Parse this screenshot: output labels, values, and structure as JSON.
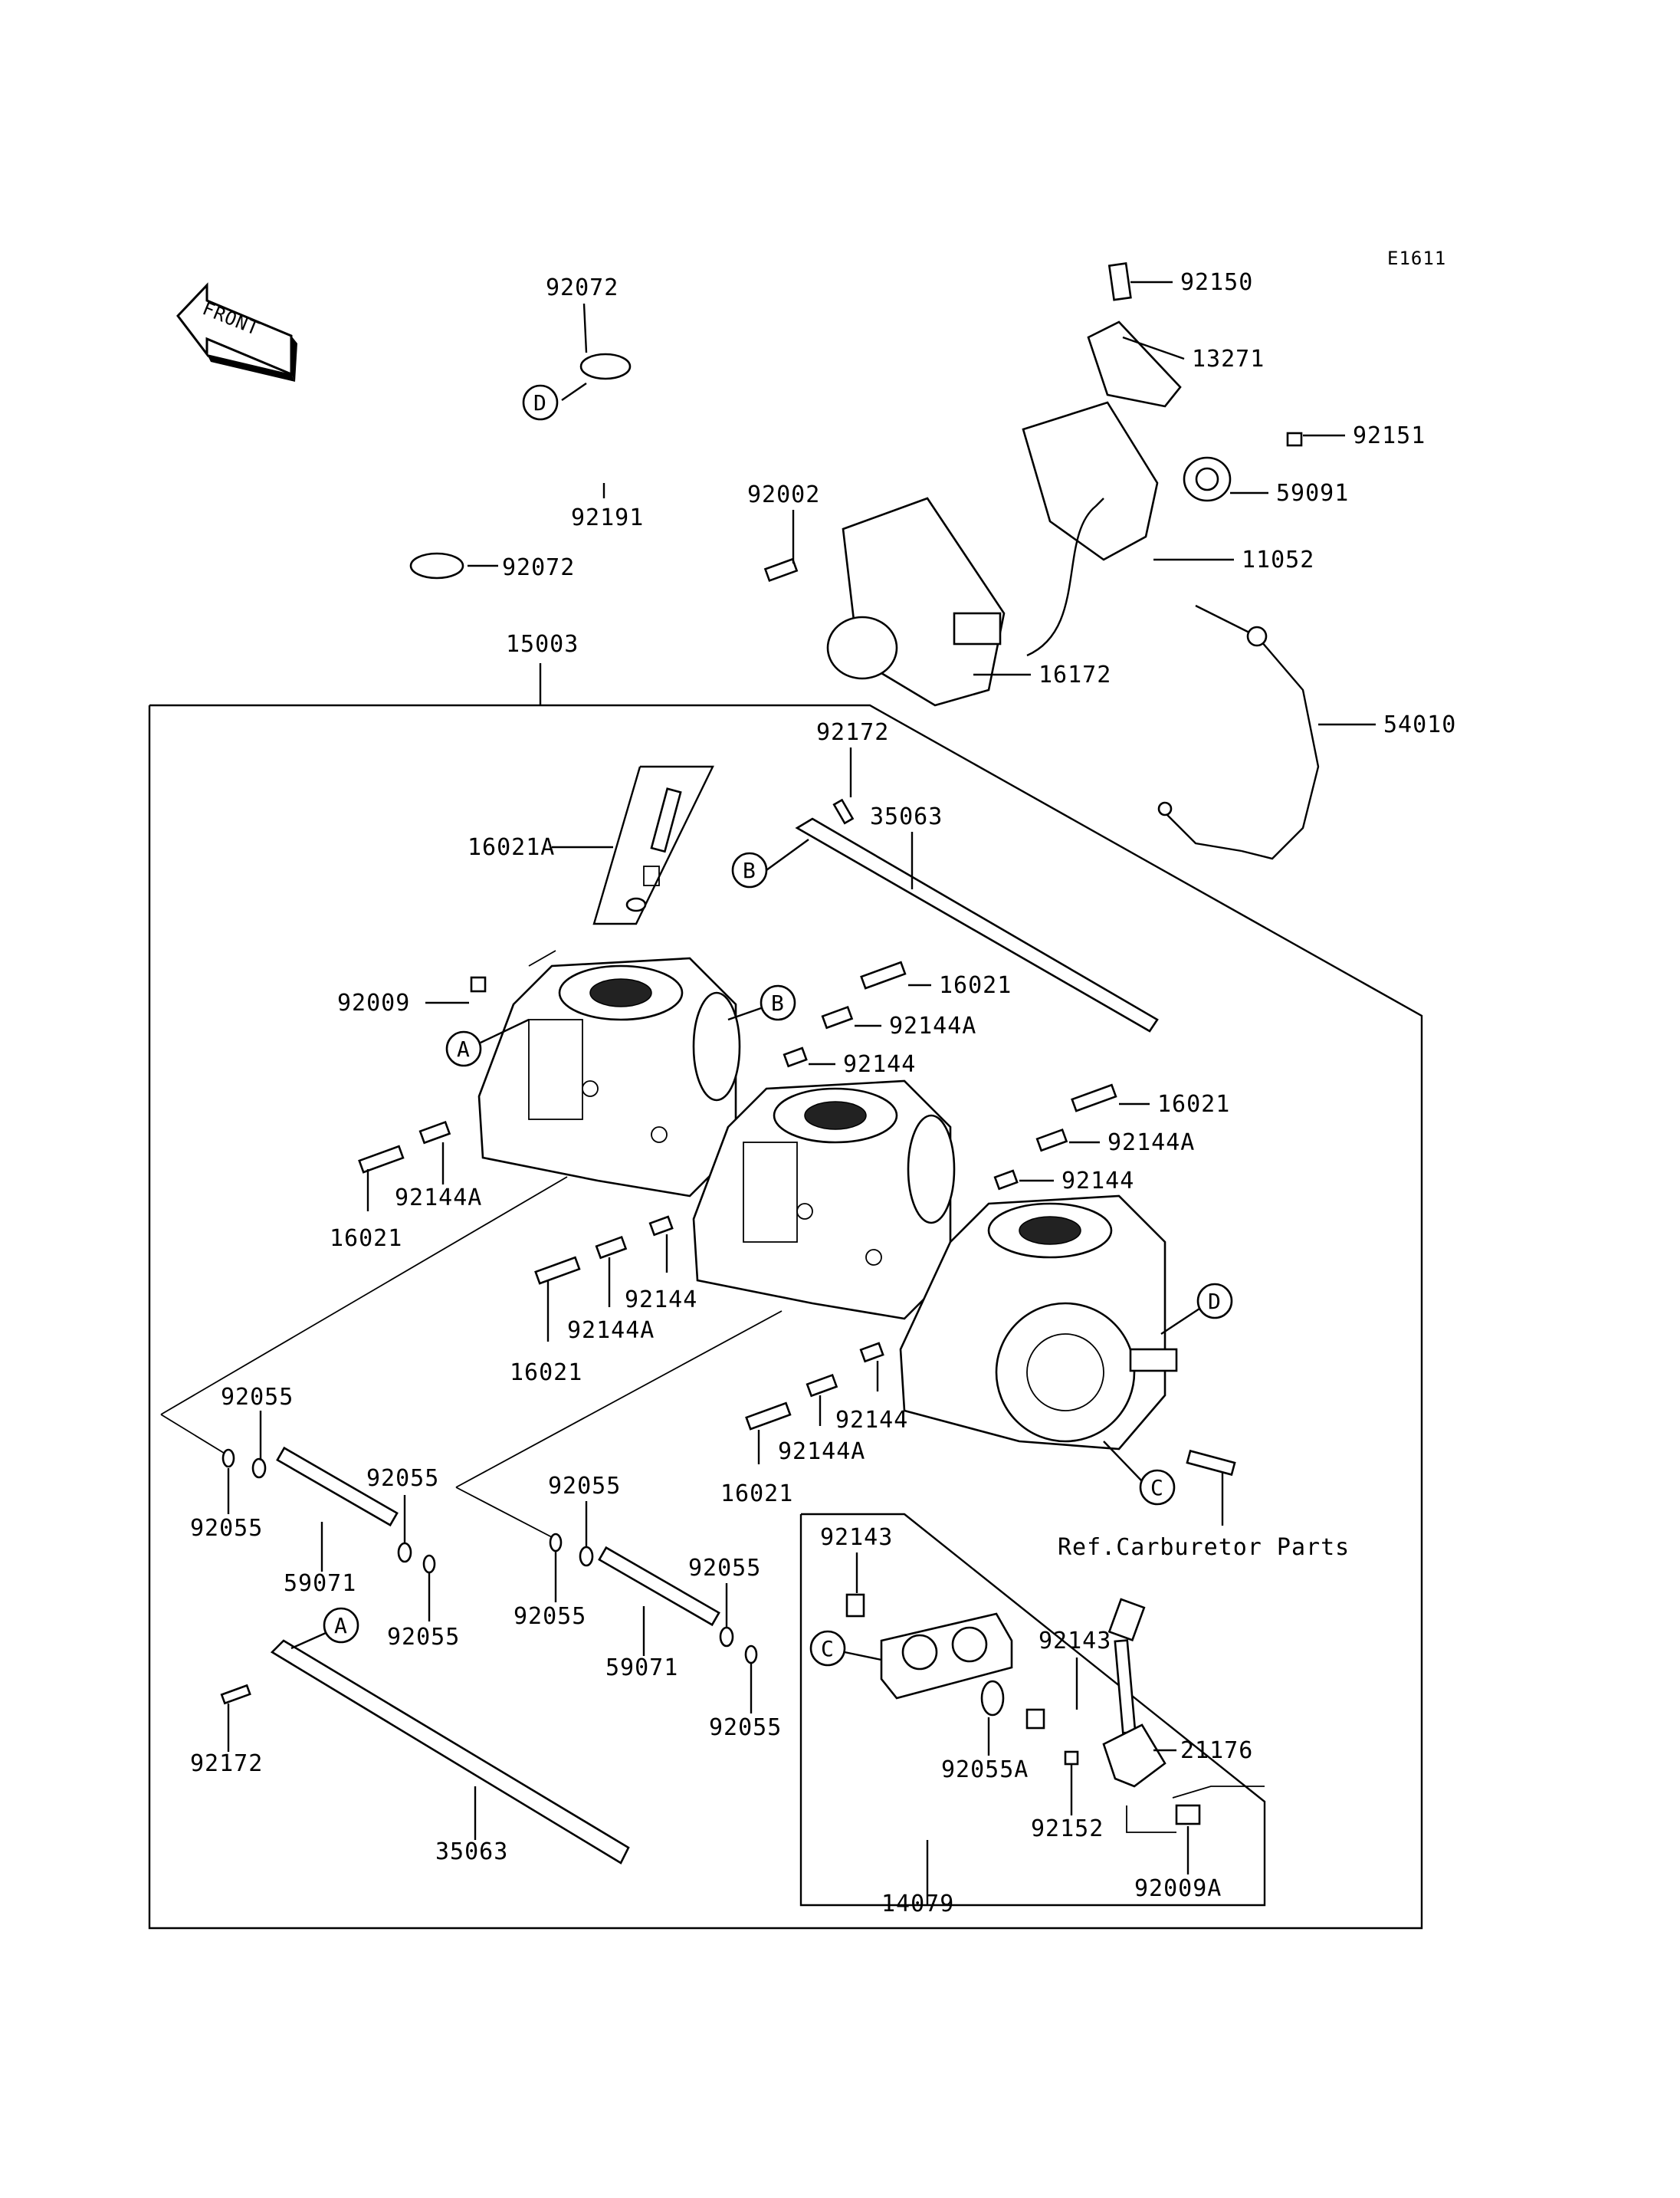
{
  "diagram": {
    "code": "E1611",
    "direction_label": "FRONT",
    "ref_note": "Ref.Carburetor Parts",
    "callouts": [
      "A",
      "B",
      "C",
      "D"
    ],
    "parts": {
      "p92072_top": "92072",
      "p92191": "92191",
      "p92072_bot": "92072",
      "p92150": "92150",
      "p13271": "13271",
      "p92151": "92151",
      "p59091": "59091",
      "p92002": "92002",
      "p11052": "11052",
      "p16172": "16172",
      "p54010": "54010",
      "p15003": "15003",
      "p92172_top": "92172",
      "p35063_top": "35063",
      "p16021A": "16021A",
      "p92009": "92009",
      "p16021_r1": "16021",
      "p92144A_r1": "92144A",
      "p92144_r1": "92144",
      "p16021_r2": "16021",
      "p92144A_r2": "92144A",
      "p92144_r2": "92144",
      "p92144A_left": "92144A",
      "p16021_left": "16021",
      "p92144_mid": "92144",
      "p92144A_mid": "92144A",
      "p16021_mid": "16021",
      "p92144_low": "92144",
      "p92144A_low": "92144A",
      "p16021_low": "16021",
      "p92055_a": "92055",
      "p92055_b": "92055",
      "p92055_c": "92055",
      "p59071_left": "59071",
      "p92055_d": "92055",
      "p92055_e": "92055",
      "p92055_f": "92055",
      "p92055_g": "92055",
      "p59071_mid": "59071",
      "p92055_h": "92055",
      "p92143_a": "92143",
      "p92143_b": "92143",
      "p92055A": "92055A",
      "p21176": "21176",
      "p92152": "92152",
      "p92009A": "92009A",
      "p14079": "14079",
      "p92172_bot": "92172",
      "p35063_bot": "35063"
    }
  }
}
